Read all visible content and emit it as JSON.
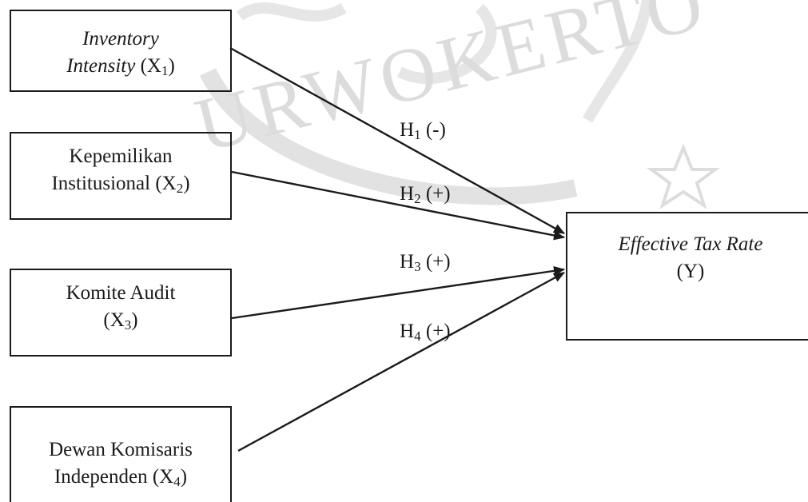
{
  "variables": [
    {
      "id": "x1",
      "name_line1": "Inventory",
      "name_line2": "Intensity",
      "symbol": "X",
      "subscript": "1"
    },
    {
      "id": "x2",
      "name_line1": "Kepemilikan",
      "name_line2": "Institusional",
      "symbol": "X",
      "subscript": "2"
    },
    {
      "id": "x3",
      "name_line1": "Komite Audit",
      "symbol": "X",
      "subscript": "3"
    },
    {
      "id": "x4",
      "name_line1": "Dewan Komisaris",
      "name_line2": "Independen",
      "symbol": "X",
      "subscript": "4"
    }
  ],
  "dependent": {
    "name": "Effective Tax Rate",
    "symbol": "(Y)"
  },
  "hypotheses": [
    {
      "letter": "H",
      "subscript": "1",
      "sign": "(-)"
    },
    {
      "letter": "H",
      "subscript": "2",
      "sign": "(+)"
    },
    {
      "letter": "H",
      "subscript": "3",
      "sign": "(+)"
    },
    {
      "letter": "H",
      "subscript": "4",
      "sign": "(+)"
    }
  ],
  "watermark": {
    "text": "URWOKERTO",
    "color": "#d4d4d4"
  },
  "colors": {
    "line": "#1a1a1a",
    "text": "#1a1a1a"
  }
}
